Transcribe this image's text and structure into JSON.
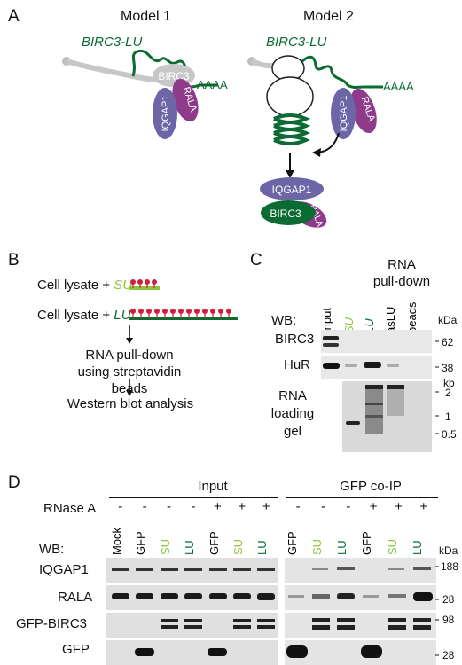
{
  "panels": {
    "A": "A",
    "B": "B",
    "C": "C",
    "D": "D"
  },
  "colors": {
    "lnc_green": "#0b6b33",
    "su_green": "#8cc63f",
    "birc3_gray": "#c7c7c7",
    "iqgap1_purple": "#6c66a6",
    "rala_purple": "#8e3b8c",
    "bead_red": "#d21f3c",
    "gel_bg": "#d9d9d9",
    "band_dark": "#222222"
  },
  "panelA": {
    "model1_title": "Model 1",
    "model2_title": "Model 2",
    "lnc_label": "BIRC3-LU",
    "polyA": "AAAA",
    "birc3": "BIRC3",
    "rala": "RALA",
    "iqgap1": "IQGAP1"
  },
  "panelB": {
    "line1_prefix": "Cell lysate + ",
    "line1_rna": "SU",
    "line2_prefix": "Cell lysate + ",
    "line2_rna": "LU",
    "step1_line1": "RNA pull-down",
    "step1_line2": "using streptavidin beads",
    "step2": "Western blot analysis"
  },
  "panelC": {
    "header_line1": "RNA",
    "header_line2": "pull-down",
    "lanes": [
      "Input",
      "SU",
      "LU",
      "asLU",
      "beads"
    ],
    "wb_label": "WB:",
    "rows": [
      "BIRC3",
      "HuR"
    ],
    "gel_label": [
      "RNA",
      "loading",
      "gel"
    ],
    "kda": "kDa",
    "kda_marks": [
      "62",
      "38"
    ],
    "kb": "kb",
    "kb_marks": [
      "2",
      "1",
      "0.5"
    ]
  },
  "panelD": {
    "input_header": "Input",
    "coip_header": "GFP co-IP",
    "rnase_label": "RNase A",
    "rnase_input": [
      "-",
      "-",
      "-",
      "-",
      "+",
      "+",
      "+"
    ],
    "rnase_coip": [
      "-",
      "-",
      "-",
      "+",
      "+",
      "+"
    ],
    "wb_label": "WB:",
    "lanes_input": [
      "Mock",
      "GFP",
      "SU",
      "LU",
      "GFP",
      "SU",
      "LU"
    ],
    "lanes_coip": [
      "GFP",
      "SU",
      "LU",
      "GFP",
      "SU",
      "LU"
    ],
    "rows": [
      "IQGAP1",
      "RALA",
      "GFP-BIRC3",
      "GFP"
    ],
    "kda": "kDa",
    "kda_marks": [
      "188",
      "28",
      "98",
      "28"
    ]
  }
}
